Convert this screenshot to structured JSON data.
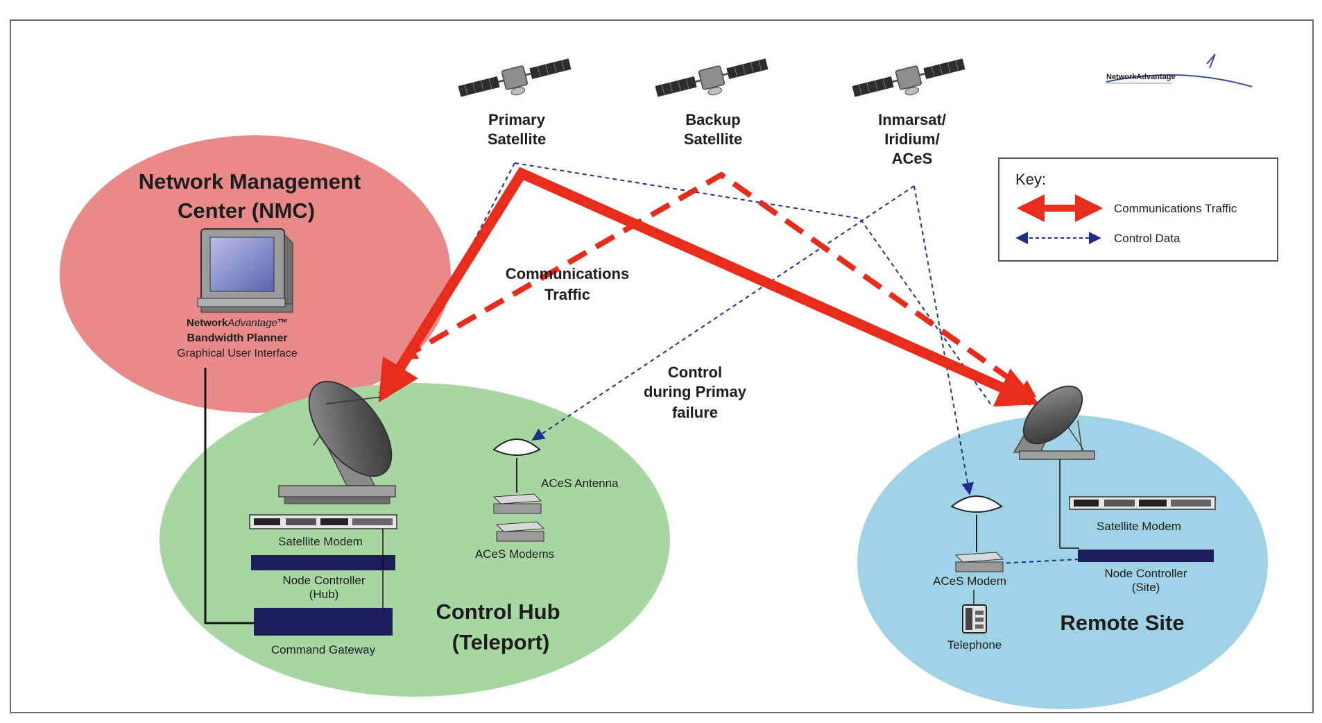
{
  "logo": {
    "text": "NetworkAdvantage"
  },
  "satellites": [
    {
      "line1": "Primary",
      "line2": "Satellite",
      "line3": ""
    },
    {
      "line1": "Backup",
      "line2": "Satellite",
      "line3": ""
    },
    {
      "line1": "Inmarsat/",
      "line2": "Iridium/",
      "line3": "ACeS"
    }
  ],
  "key": {
    "title": "Key:",
    "communications": "Communications Traffic",
    "control": "Control Data"
  },
  "nmc": {
    "title_line1": "Network Management",
    "title_line2": "Center (NMC)",
    "sub_prefix": "Network",
    "sub_italic": "Advantage",
    "sub_suffix": "™",
    "sub_line2": "Bandwidth Planner",
    "sub_line3": "Graphical User Interface"
  },
  "labels": {
    "comm_line1": "Communications",
    "comm_line2": "Traffic",
    "control_line1": "Control",
    "control_line2": "during Primay",
    "control_line3": "failure"
  },
  "hub": {
    "title_line1": "Control Hub",
    "title_line2": "(Teleport)",
    "satellite_modem": "Satellite Modem",
    "node_controller_line1": "Node Controller",
    "node_controller_line2": "(Hub)",
    "command_gateway": "Command Gateway",
    "aces_antenna": "ACeS Antenna",
    "aces_modems": "ACeS Modems"
  },
  "remote": {
    "title": "Remote Site",
    "satellite_modem": "Satellite Modem",
    "node_controller_line1": "Node Controller",
    "node_controller_line2": "(Site)",
    "aces_modem": "ACeS Modem",
    "telephone": "Telephone"
  },
  "colors": {
    "nmc_fill": "#e98a8a",
    "hub_fill": "#a7d6a2",
    "remote_fill": "#9fd2e4",
    "traffic": "#e82c1c",
    "control": "#1d2f8a",
    "device": "#1a1f5c"
  }
}
